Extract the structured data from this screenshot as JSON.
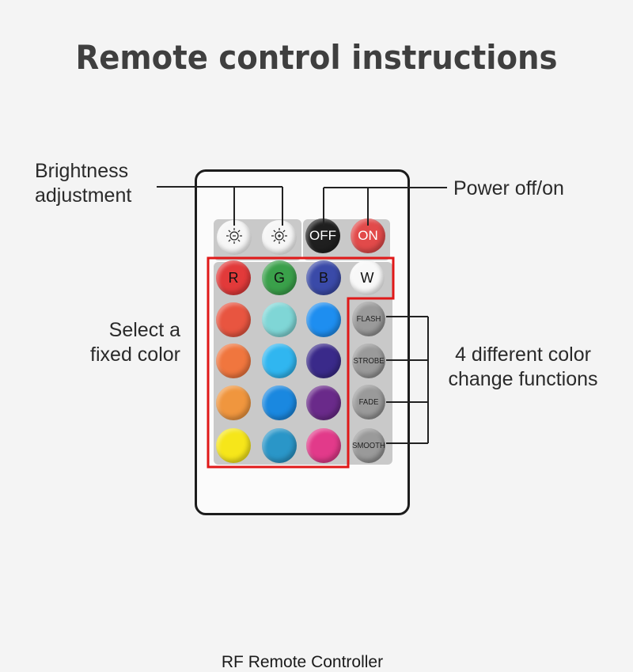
{
  "title": "Remote control instructions",
  "labels": {
    "brightness_line1": "Brightness",
    "brightness_line2": "adjustment",
    "power": "Power off/on",
    "select_line1": "Select a",
    "select_line2": "fixed color",
    "functions_line1": "4 different color",
    "functions_line2": "change functions"
  },
  "remote": {
    "footer": "RF Remote Controller",
    "power_buttons": [
      {
        "label": "OFF",
        "color": "#1f1f1f",
        "text_color": "#ffffff"
      },
      {
        "label": "ON",
        "color": "#e24a4a",
        "text_color": "#ffffff"
      }
    ],
    "brightness_icons": [
      "brightness-down-icon",
      "brightness-up-icon"
    ],
    "rgbw_buttons": [
      {
        "label": "R",
        "color": "#e23a3a"
      },
      {
        "label": "G",
        "color": "#3aa04a"
      },
      {
        "label": "B",
        "color": "#3a4aa8"
      },
      {
        "label": "W",
        "color": "#f8f8f8"
      }
    ],
    "color_grid": [
      [
        "#e85540",
        "#7fd6d6",
        "#1e8ef0"
      ],
      [
        "#f0763e",
        "#30b6f0",
        "#3a2a8a"
      ],
      [
        "#f0963e",
        "#1a88e0",
        "#6a2a8a"
      ],
      [
        "#f6e61a",
        "#2a96c8",
        "#e23a8a"
      ]
    ],
    "function_buttons": [
      "FLASH",
      "STROBE",
      "FADE",
      "SMOOTH"
    ],
    "highlight_color": "#e01818"
  }
}
